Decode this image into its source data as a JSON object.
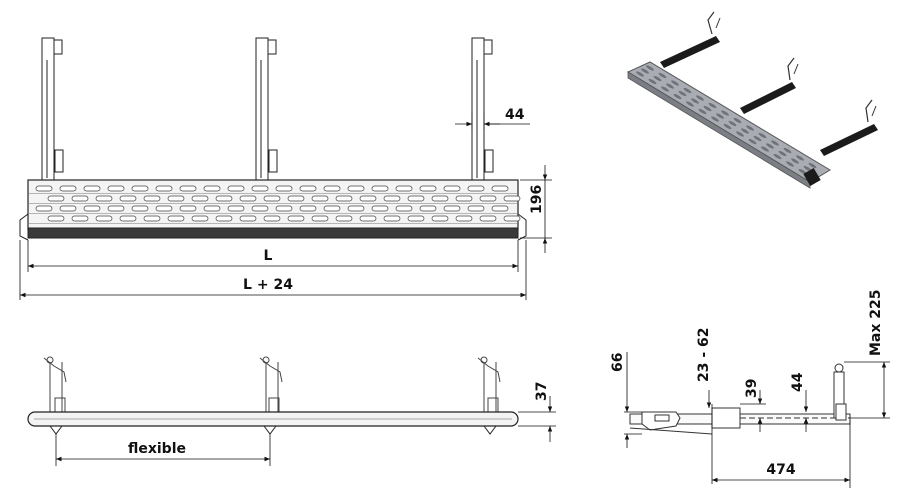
{
  "front_view": {
    "dim_width": "L",
    "dim_total": "L + 24",
    "dim_height": "196",
    "dim_bracket_width": "44"
  },
  "bottom_view": {
    "dim_height": "37",
    "dim_spacing": "flexible"
  },
  "side_view": {
    "dim_total_height": "66",
    "dim_range": "23 - 62",
    "dim_39": "39",
    "dim_44": "44",
    "dim_max": "Max 225",
    "dim_depth": "474"
  },
  "colors": {
    "line": "#222222",
    "step_metal": "#a9adb3",
    "bracket_black": "#1b1b1b"
  }
}
